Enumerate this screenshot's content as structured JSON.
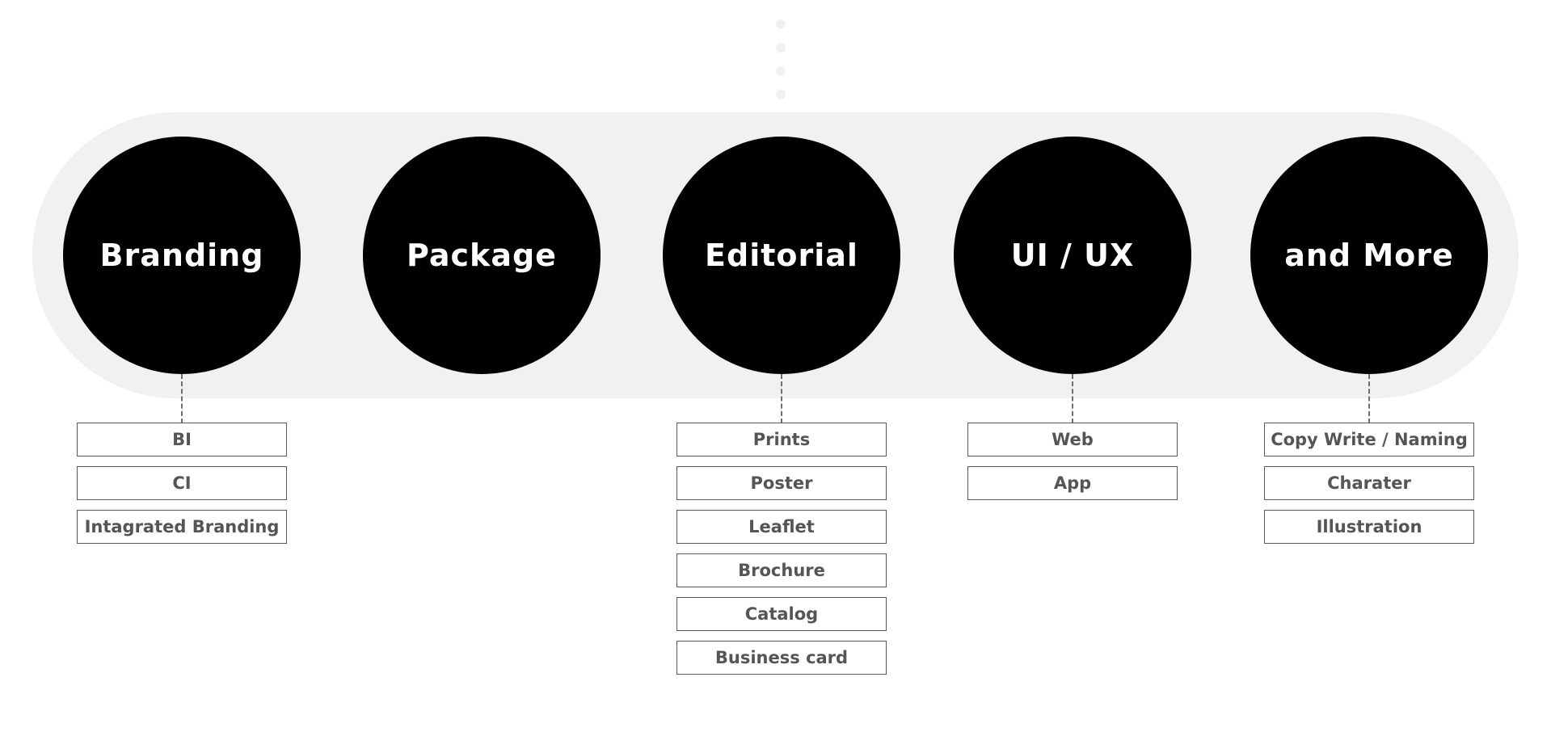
{
  "categories": [
    {
      "label": "Branding",
      "items": [
        "BI",
        "CI",
        "Intagrated Branding"
      ]
    },
    {
      "label": "Package",
      "items": []
    },
    {
      "label": "Editorial",
      "items": [
        "Prints",
        "Poster",
        "Leaflet",
        "Brochure",
        "Catalog",
        "Business card"
      ]
    },
    {
      "label": "UI / UX",
      "items": [
        "Web",
        "App"
      ]
    },
    {
      "label": "and More",
      "items": [
        "Copy Write / Naming",
        "Charater",
        "Illustration"
      ]
    }
  ]
}
